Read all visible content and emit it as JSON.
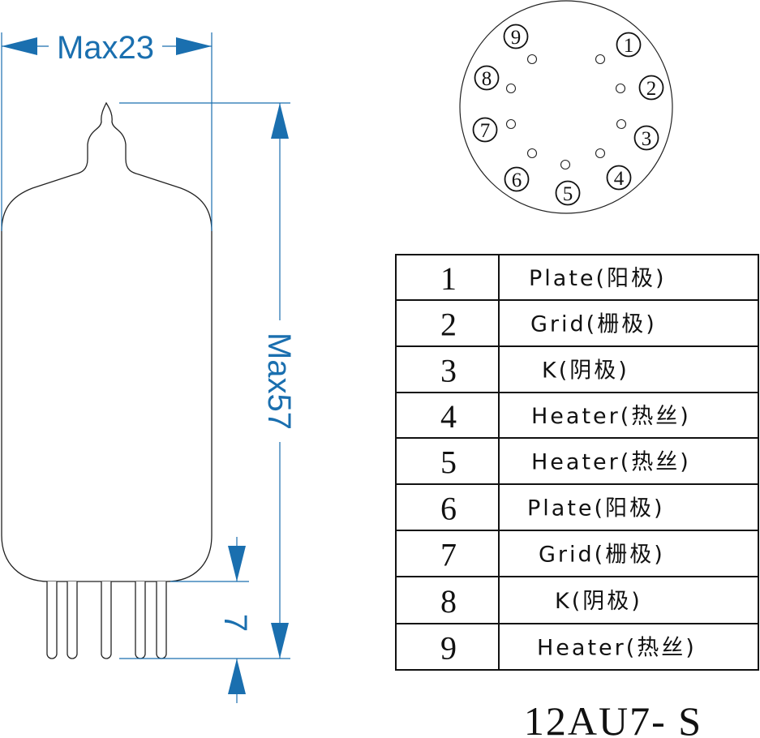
{
  "dimensions": {
    "width_label": "Max23",
    "height_label": "Max57",
    "pin_length_label": "7",
    "color": "#1a6faf"
  },
  "socket": {
    "pins": [
      "1",
      "2",
      "3",
      "4",
      "5",
      "6",
      "7",
      "8",
      "9"
    ]
  },
  "pin_table": {
    "rows": [
      {
        "pin": "1",
        "function": "Plate(阳极)"
      },
      {
        "pin": "2",
        "function": "Grid(栅极)"
      },
      {
        "pin": "3",
        "function": "K(阴极)"
      },
      {
        "pin": "4",
        "function": "Heater(热丝)"
      },
      {
        "pin": "5",
        "function": "Heater(热丝)"
      },
      {
        "pin": "6",
        "function": "Plate(阳极)"
      },
      {
        "pin": "7",
        "function": "Grid(栅极)"
      },
      {
        "pin": "8",
        "function": "K(阴极)"
      },
      {
        "pin": "9",
        "function": "Heater(热丝)"
      }
    ]
  },
  "model": "12AU7- S"
}
